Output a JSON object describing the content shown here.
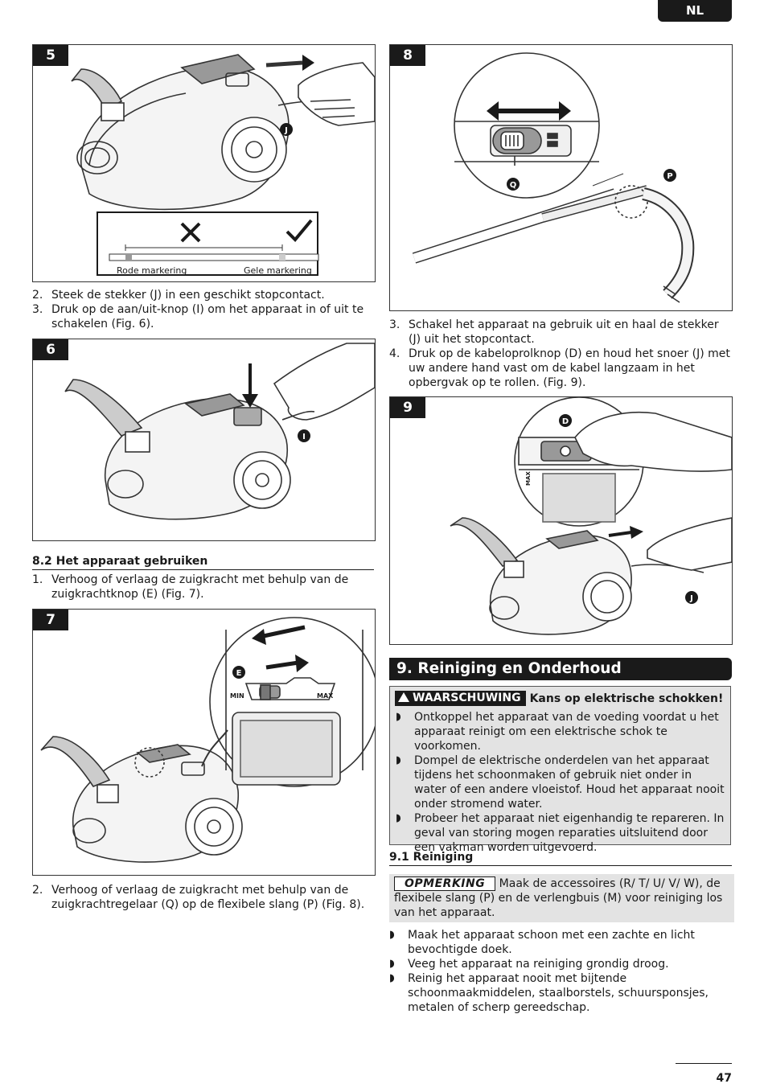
{
  "lang": "NL",
  "page_number": "47",
  "figures": {
    "fig5": {
      "num": "5",
      "label_red": "Rode markering",
      "label_yellow": "Gele markering",
      "callout": "J"
    },
    "fig6": {
      "num": "6",
      "callout": "I"
    },
    "fig7": {
      "num": "7",
      "callout": "E",
      "min": "MIN",
      "max": "MAX"
    },
    "fig8": {
      "num": "8",
      "callout_q": "Q",
      "callout_p": "P"
    },
    "fig9": {
      "num": "9",
      "callout_d": "D",
      "callout_j": "J",
      "max": "MAX"
    }
  },
  "left_steps_a": [
    {
      "n": "2.",
      "text": "Steek de stekker (J) in een geschikt stopcontact."
    },
    {
      "n": "3.",
      "text": "Druk op de aan/uit-knop (I) om het apparaat in of uit te schakelen (Fig. 6)."
    }
  ],
  "section_82": {
    "heading": "8.2 Het apparaat gebruiken",
    "steps": [
      {
        "n": "1.",
        "text": "Verhoog of verlaag de zuigkracht met behulp van de zuigkrachtknop (E) (Fig. 7)."
      }
    ]
  },
  "left_steps_b": [
    {
      "n": "2.",
      "text": "Verhoog of verlaag de zuigkracht met behulp van de zuigkrachtregelaar (Q) op de flexibele slang (P) (Fig. 8)."
    }
  ],
  "right_steps": [
    {
      "n": "3.",
      "text": "Schakel het apparaat na gebruik uit en haal de stekker (J) uit het stopcontact."
    },
    {
      "n": "4.",
      "text": "Druk op de kabeloprolknop (D) en houd het snoer (J) met uw andere hand vast om de kabel langzaam in het opbergvak op te rollen. (Fig. 9)."
    }
  ],
  "section_9": {
    "heading": "9. Reiniging en Onderhoud",
    "warning": {
      "label": "WAARSCHUWING",
      "title": "Kans op elektrische schokken!",
      "items": [
        "Ontkoppel het apparaat van de voeding voordat u het apparaat reinigt om een elektrische schok te voorkomen.",
        "Dompel de elektrische onderdelen van het apparaat tijdens het schoonmaken of gebruik niet onder in water of een andere vloeistof. Houd het apparaat nooit onder stromend water.",
        "Probeer het apparaat niet eigenhandig te repareren. In geval van storing mogen reparaties uitsluitend door een vakman worden uitgevoerd."
      ]
    }
  },
  "section_91": {
    "heading": "9.1 Reiniging",
    "note_label": "OPMERKING",
    "note_text": "Maak de accessoires (R/ T/ U/ V/ W), de flexibele slang (P) en de verlengbuis (M) voor reiniging los van het apparaat.",
    "items": [
      "Maak het apparaat schoon met een zachte en licht bevochtigde doek.",
      "Veeg het apparaat na reiniging grondig droog.",
      "Reinig het apparaat nooit met bijtende schoonmaakmiddelen, staalborstels, schuursponsjes, metalen of scherp gereedschap."
    ]
  }
}
